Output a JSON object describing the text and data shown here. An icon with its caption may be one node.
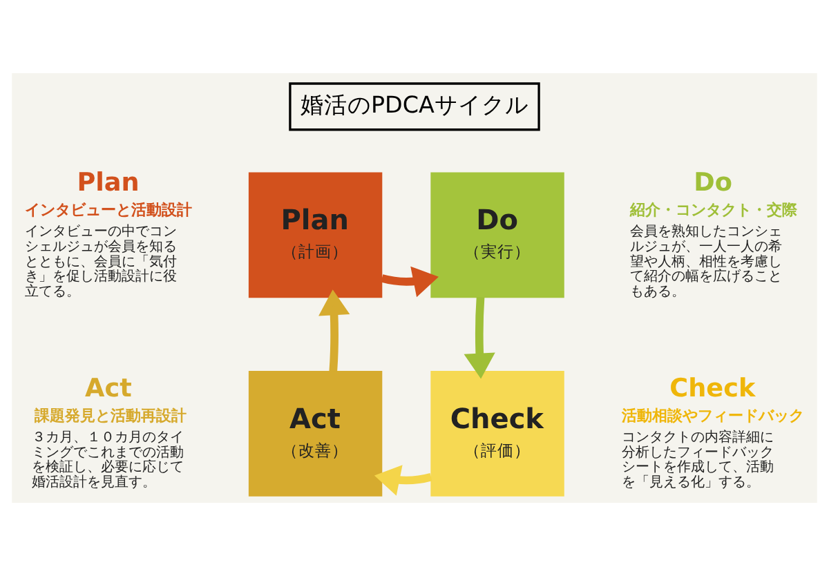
{
  "diagram": {
    "title": "婚活のPDCAサイクル",
    "nodes": [
      {
        "text": [
          "Plan",
          "（計画）"
        ]
      },
      {
        "text": [
          "Do",
          "（実行）"
        ]
      },
      {
        "text": [
          "Check",
          "（評価）"
        ]
      },
      {
        "text": [
          "Act",
          "（改善）"
        ]
      },
      {
        "text": [
          "Plan",
          "インタビューと活動設計",
          "インタビューの中でコンシェルジュが会員を知るとともに、会員に「気付き」を促し活動設計に役立てる。"
        ]
      },
      {
        "text": [
          "Do",
          "紹介・コンタクト・交際",
          "会員を熟知したコンシェルジュが、一人一人の希望や人柄、相性を考慮して紹介の幅を広げることもある。"
        ]
      },
      {
        "text": [
          "Act",
          "課題発見と活動再設計",
          "３カ月、１０カ月のタイミングでこれまでの活動を検証し、必要に応じて婚活設計を見直す。"
        ]
      },
      {
        "text": [
          "Check",
          "活動相談やフィードバック",
          "コンタクトの内容詳細に分析したフィードバックシートを作成して、活動を「見える化」する。"
        ]
      }
    ],
    "edges": [
      {
        "from": 0,
        "to": 1,
        "arrow": "to",
        "color": "#d2511d"
      },
      {
        "from": 1,
        "to": 2,
        "arrow": "to",
        "color": "#9fbf38"
      },
      {
        "from": 2,
        "to": 3,
        "arrow": "to",
        "color": "#f4d54a"
      },
      {
        "from": 3,
        "to": 0,
        "arrow": "to",
        "color": "#d6ab2f"
      }
    ]
  }
}
